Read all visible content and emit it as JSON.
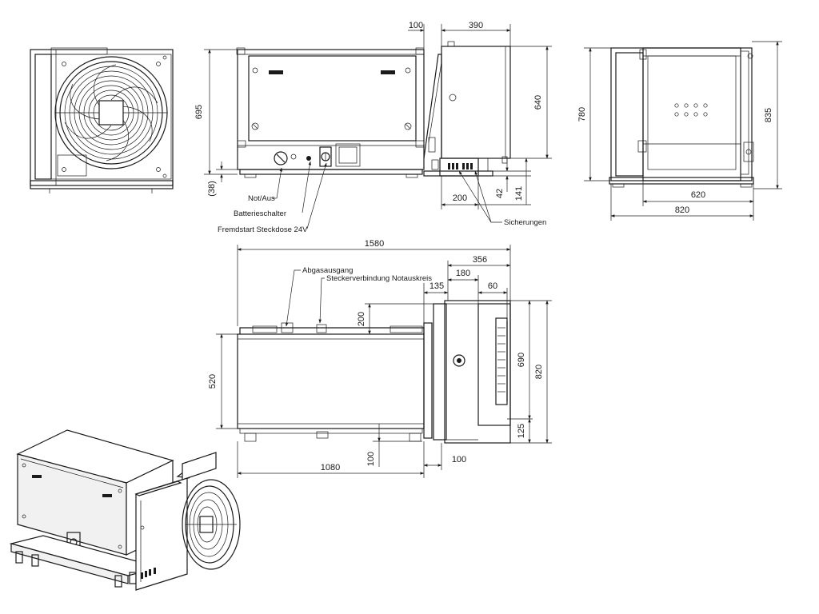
{
  "dimensions": {
    "top_100": "100",
    "top_390": "390",
    "front_695": "695",
    "front_38": "(38)",
    "side_640": "640",
    "side_42": "42",
    "side_141": "141",
    "side_200": "200",
    "rear_780": "780",
    "rear_835": "835",
    "rear_620": "620",
    "rear_820": "820",
    "plan_1580": "1580",
    "plan_356": "356",
    "plan_180": "180",
    "plan_135": "135",
    "plan_60": "60",
    "plan_200": "200",
    "plan_520": "520",
    "plan_690": "690",
    "plan_820": "820",
    "plan_125": "125",
    "plan_100_left": "100",
    "plan_1080": "1080",
    "plan_100_right": "100"
  },
  "labels": {
    "not_aus": "Not/Aus",
    "batterieschalter": "Batterieschalter",
    "fremdstart": "Fremdstart Steckdose 24V",
    "sicherungen": "Sicherungen",
    "abgasausgang": "Abgasausgang",
    "steckerverbindung": "Steckerverbindung Notauskreis"
  },
  "icons": {
    "fan": "fan-icon",
    "emergency_stop": "emergency-stop-icon",
    "socket": "socket-icon",
    "fuses": "fuse-icon"
  }
}
